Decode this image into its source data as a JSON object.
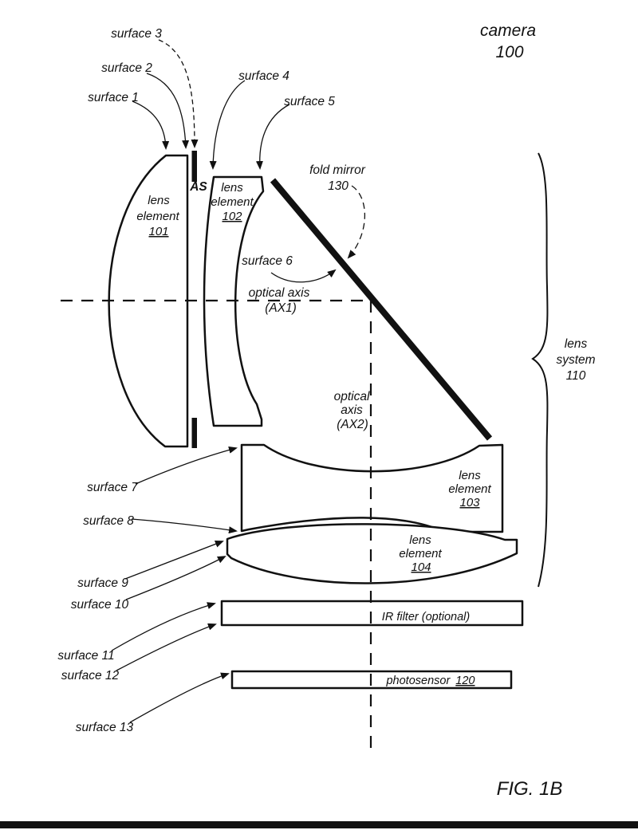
{
  "title": {
    "name": "camera",
    "number": "100"
  },
  "figure_label": "FIG. 1B",
  "aperture_stop_label": "AS",
  "surface_labels": [
    "surface 1",
    "surface 2",
    "surface 3",
    "surface 4",
    "surface 5",
    "surface 6",
    "surface 7",
    "surface 8",
    "surface 9",
    "surface 10",
    "surface 11",
    "surface 12",
    "surface 13"
  ],
  "lens_elements": {
    "e101": {
      "line1": "lens",
      "line2": "element",
      "number": "101"
    },
    "e102": {
      "line1": "lens",
      "line2": "element",
      "number": "102"
    },
    "e103": {
      "line1": "lens",
      "line2": "element",
      "number": "103"
    },
    "e104": {
      "line1": "lens",
      "line2": "element",
      "number": "104"
    }
  },
  "fold_mirror": {
    "line1": "fold mirror",
    "number": "130"
  },
  "optical_axis_1": {
    "line1": "optical  axis",
    "line2": "(AX1)"
  },
  "optical_axis_2": {
    "line1": "optical",
    "line2": "axis",
    "line3": "(AX2)"
  },
  "lens_system": {
    "line1": "lens",
    "line2": "system",
    "number": "110"
  },
  "ir_filter_label": "IR filter (optional)",
  "photosensor": {
    "label": "photosensor",
    "number": "120"
  },
  "colors": {
    "ink": "#111111",
    "background": "#ffffff"
  }
}
